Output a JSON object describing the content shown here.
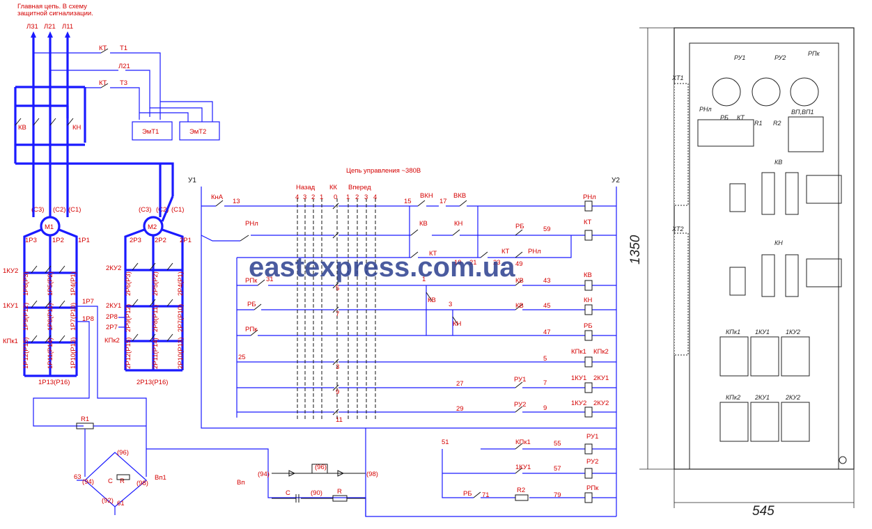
{
  "titles": {
    "main_circuit": "Главная цепь. В схему",
    "main_circuit_2": "защитной сигнализации.",
    "control_circuit": "Цепь управления ~380В"
  },
  "phases": [
    "Л31",
    "Л21",
    "Л11"
  ],
  "motors": {
    "m1": "М1",
    "m2": "М2",
    "c3": "(С3)",
    "c2": "(С2)",
    "c1": "(С1)"
  },
  "main": {
    "kt": "КТ",
    "t1": "Т1",
    "l21": "Л21",
    "kt2": "КТ",
    "t3": "Т3",
    "emt1": "ЭмТ1",
    "emt2": "ЭмТ2",
    "kv": "КВ",
    "kn": "КН"
  },
  "rotor1": {
    "p3": "1Р3",
    "p2": "1Р2",
    "p1": "1Р1",
    "ku2": "1КУ2",
    "ku1": "1КУ1",
    "kpk1": "КПк1",
    "p7": "1Р7",
    "p8": "1Р8",
    "p13": "1Р13(Р16)",
    "v1": "1Р6(Р3)",
    "v2": "1Р5(Р2)",
    "v3": "1Р4(Р1)",
    "v4": "1Р9(Р12)",
    "v5": "1Р8(Р11)",
    "v6": "1Р7(Р10)",
    "v7": "1Р12(Р15)",
    "v8": "1Р11(Р14)",
    "v9": "1Р10(Р13)"
  },
  "rotor2": {
    "p3": "2Р3",
    "p2": "2Р2",
    "p1": "2Р1",
    "ku2": "2КУ2",
    "ku1": "2КУ1",
    "kpk2": "КПк2",
    "p8": "2Р8",
    "p7": "2Р7",
    "p13": "2Р13(Р16)",
    "v1": "2Р6(Р3)",
    "v2": "2Р5(Р2)",
    "v3": "2Р4(Р1)",
    "v4": "2Р9(Р12)",
    "v5": "2Р8(Р11)",
    "v6": "2Р7(Р10)",
    "v7": "2Р12(Р15)",
    "v8": "2Р11(Р14)",
    "v9": "2Р10(Р13)"
  },
  "bridge": {
    "r1": "R1",
    "n63": "63",
    "n94": "(94)",
    "n96": "(96)",
    "n98": "(98)",
    "n92": "(92)",
    "n61": "61",
    "c": "C",
    "r": "R",
    "vp1": "Вп1",
    "vp": "Вп",
    "n94b": "(94)",
    "n96b": "(96)",
    "n98b": "(98)",
    "n90": "(90)",
    "c2": "C",
    "r2": "R"
  },
  "control": {
    "u1": "У1",
    "u2": "У2",
    "kna": "КнА",
    "n13": "13",
    "rnl": "РНл",
    "rnl2": "РНл",
    "rnl3": "РНл",
    "kk": "КК",
    "back": "Назад",
    "fwd": "Вперед",
    "back_nums": [
      "4",
      "3",
      "2",
      "1"
    ],
    "zero": "0",
    "fwd_nums": [
      "1",
      "2",
      "3",
      "4"
    ],
    "n15": "15",
    "vkn": "ВКН",
    "n17": "17",
    "vkv": "ВКВ",
    "kv": "КВ",
    "kn": "КН",
    "kt": "КТ",
    "kt2": "КТ",
    "n19": "19",
    "n21": "21",
    "n23": "23",
    "n49": "49",
    "rb": "РБ",
    "n59": "59",
    "kt_coil": "КТ",
    "rpk": "РПк",
    "n31": "31",
    "n5": "5",
    "n1": "1",
    "kv2": "КВ",
    "n43": "43",
    "kv_coil": "КВ",
    "rb2": "РБ",
    "n7": "7",
    "n3": "3",
    "kv3": "КВ",
    "n45": "45",
    "kn_coil": "КН",
    "kn2": "КН",
    "rpk2": "РПк",
    "n47": "47",
    "rb_coil": "РБ",
    "n25": "25",
    "n3b": "3",
    "n5b": "5",
    "kpk1": "КПк1",
    "kpk2": "КПк2",
    "n9": "9",
    "n27": "27",
    "ru1": "РУ1",
    "n7b": "7",
    "ku1": "1КУ1",
    "ku1b": "2КУ1",
    "n11": "11",
    "n29": "29",
    "ru2": "РУ2",
    "n9b": "9",
    "ku2": "1КУ2",
    "ku2b": "2КУ2",
    "n51": "51",
    "kpk1b": "КПк1",
    "n55": "55",
    "ru1_coil": "РУ1",
    "ku1c": "1КУ1",
    "n57": "57",
    "ru2_coil": "РУ2",
    "rb3": "РБ",
    "n71": "71",
    "r2": "R2",
    "n79": "79",
    "rpk_coil": "РПк"
  },
  "panel": {
    "xt1": "ХТ1",
    "xt2": "ХТ2",
    "ru1": "РУ1",
    "ru2": "РУ2",
    "rpk": "РПк",
    "rnl": "РНл",
    "rb": "РБ",
    "kt": "КТ",
    "r1": "R1",
    "r2": "R2",
    "vp": "ВП,ВП1",
    "kv": "КВ",
    "kn": "КН",
    "kpk1": "КПк1",
    "ku1": "1КУ1",
    "ku2": "1КУ2",
    "kpk2": "КПк2",
    "ku1b": "2КУ1",
    "ku2b": "2КУ2",
    "height": "1350",
    "width": "545"
  },
  "watermark": "eastexpress.com.ua"
}
